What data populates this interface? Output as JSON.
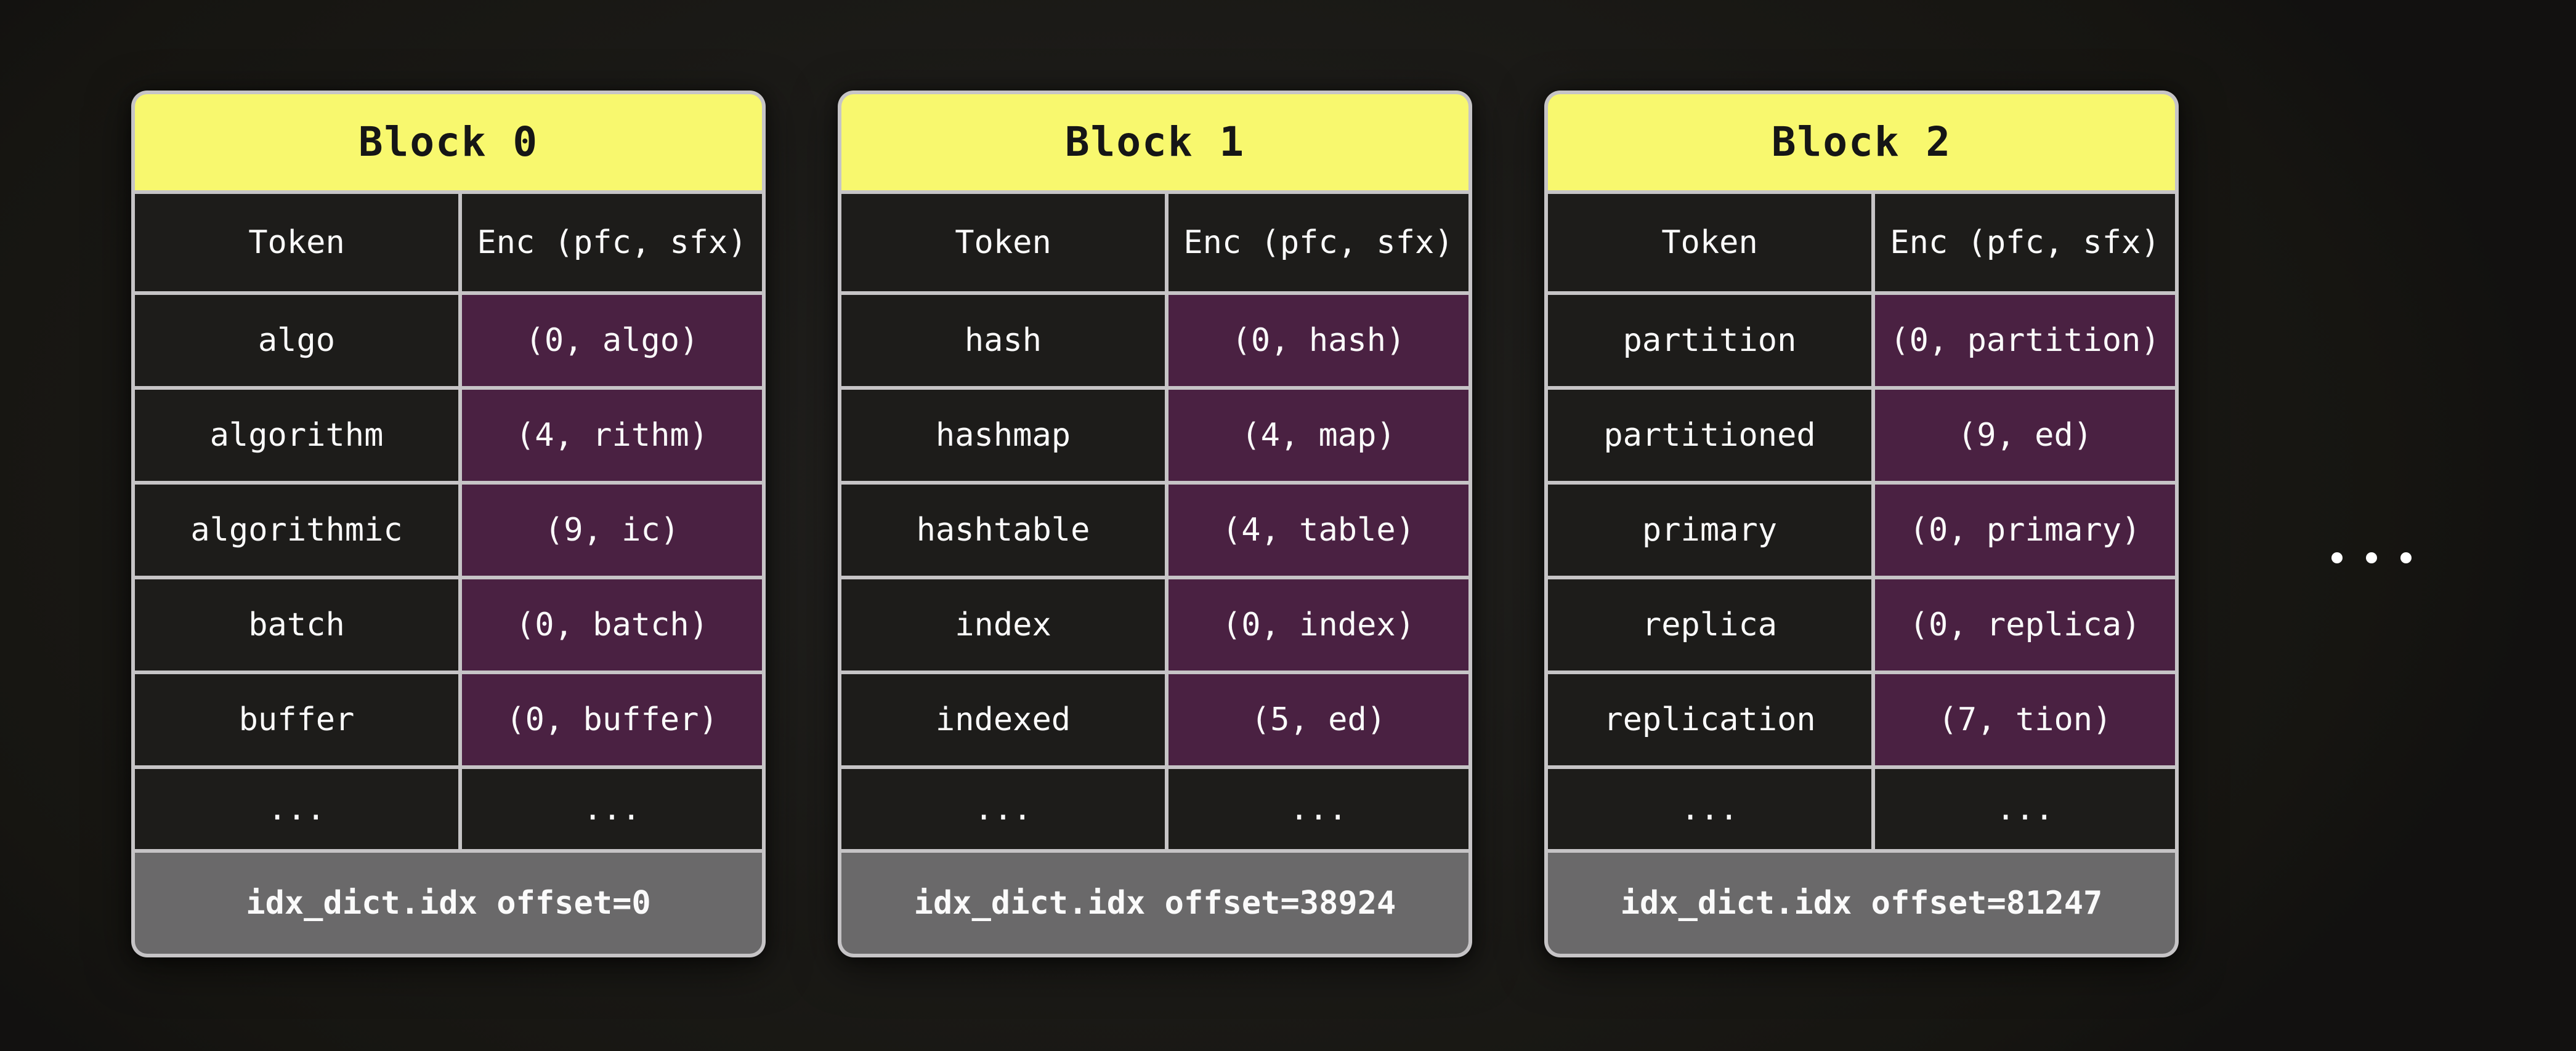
{
  "diagram_title": "",
  "columns": [
    "Token",
    "Enc (pfc, sfx)"
  ],
  "ellipsis_cell": "...",
  "blocks": [
    {
      "title": "Block 0",
      "rows": [
        [
          "algo",
          "(0, algo)"
        ],
        [
          "algorithm",
          "(4, rithm)"
        ],
        [
          "algorithmic",
          "(9, ic)"
        ],
        [
          "batch",
          "(0, batch)"
        ],
        [
          "buffer",
          "(0, buffer)"
        ]
      ],
      "footer": "idx_dict.idx offset=0"
    },
    {
      "title": "Block 1",
      "rows": [
        [
          "hash",
          "(0, hash)"
        ],
        [
          "hashmap",
          "(4, map)"
        ],
        [
          "hashtable",
          "(4, table)"
        ],
        [
          "index",
          "(0, index)"
        ],
        [
          "indexed",
          "(5, ed)"
        ]
      ],
      "footer": "idx_dict.idx offset=38924"
    },
    {
      "title": "Block 2",
      "rows": [
        [
          "partition",
          "(0, partition)"
        ],
        [
          "partitioned",
          "(9, ed)"
        ],
        [
          "primary",
          "(0, primary)"
        ],
        [
          "replica",
          "(0, replica)"
        ],
        [
          "replication",
          "(7, tion)"
        ]
      ],
      "footer": "idx_dict.idx offset=81247"
    }
  ],
  "overflow_ellipsis": "...",
  "colors": {
    "background": "#1c1b18",
    "block_border": "#c6c4c6",
    "title_yellow": "#f8f86e",
    "cell_dark": "#1d1c1a",
    "enc_purple": "#4a2142",
    "footer_gray": "#6a696a",
    "text_light": "#fafafa",
    "text_dark": "#161616"
  }
}
